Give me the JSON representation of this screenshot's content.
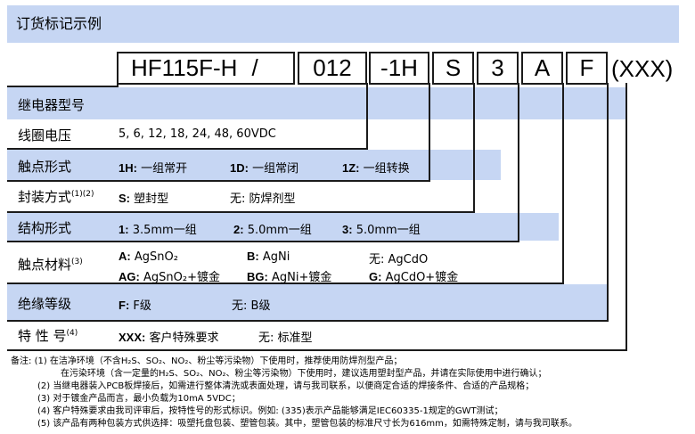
{
  "header": {
    "title": "订货标记示例"
  },
  "code": {
    "model": "HF115F-H",
    "slash": "/",
    "voltage": "012",
    "contact": "-1H",
    "seal": "S",
    "structure": "3",
    "material": "A",
    "insulation": "F",
    "special": "(XXX)"
  },
  "rows": {
    "model": {
      "label": "继电器型号"
    },
    "coil": {
      "label": "线圈电压",
      "value": "5, 6, 12, 18, 24, 48, 60VDC"
    },
    "contact_form": {
      "label": "触点形式",
      "options": [
        {
          "code": "1H:",
          "text": "一组常开"
        },
        {
          "code": "1D:",
          "text": "一组常闭"
        },
        {
          "code": "1Z:",
          "text": "一组转换"
        }
      ]
    },
    "seal": {
      "label": "封装方式",
      "sup": "(1)(2)",
      "options": [
        {
          "code": "S:",
          "text": "塑封型"
        },
        {
          "code": "无:",
          "text": "防焊剂型"
        }
      ]
    },
    "structure": {
      "label": "结构形式",
      "options": [
        {
          "code": "1:",
          "text": "3.5mm一组"
        },
        {
          "code": "2:",
          "text": "5.0mm一组"
        },
        {
          "code": "3:",
          "text": "5.0mm一组"
        }
      ]
    },
    "material": {
      "label": "触点材料",
      "sup": "(3)",
      "line1": [
        {
          "code": "A:",
          "text": "AgSnO₂"
        },
        {
          "code": "B:",
          "text": "AgNi"
        },
        {
          "code": "无:",
          "text": "AgCdO"
        }
      ],
      "line2": [
        {
          "code": "AG:",
          "text": "AgSnO₂+镀金"
        },
        {
          "code": "BG:",
          "text": "AgNi+镀金"
        },
        {
          "code": "G:",
          "text": "AgCdO+镀金"
        }
      ]
    },
    "insulation": {
      "label": "绝缘等级",
      "options": [
        {
          "code": "F:",
          "text": "F级"
        },
        {
          "code": "无:",
          "text": "B级"
        }
      ]
    },
    "special": {
      "label": "特 性 号",
      "sup": "(4)",
      "options": [
        {
          "code": "XXX:",
          "text": "客户特殊要求"
        },
        {
          "code": "无:",
          "text": "标准型"
        }
      ]
    }
  },
  "notes": {
    "prefix": "备注:",
    "n1a": "(1) 在洁净环境（不含H₂S、SO₂、NO₂、粉尘等污染物）下使用时，推荐使用防焊剂型产品；",
    "n1b": "在污染环境（含一定量的H₂S、SO₂、NO₂、粉尘等污染物）下使用时，建议选用塑封型产品，并请在实际使用中进行确认；",
    "n2": "(2) 当继电器装入PCB板焊接后，如需进行整体清洗或表面处理，请与我司联系，以便商定合适的焊接条件、合适的产品规格；",
    "n3": "(3) 对于镀金产品而言，最小负载为10mA 5VDC；",
    "n4": "(4) 客户特殊要求由我司评审后，按特性号的形式标识。例如: (335)表示产品能够满足IEC60335-1规定的GWT测试；",
    "n5": "(5) 该产品有两种包装方式供选择：吸塑托盘包装、塑管包装。其中，塑管包装的标准尺寸长为616mm，如需特殊定制，请与我司联系。"
  },
  "colors": {
    "band": "#c6d6f3",
    "line": "#1b1b1b"
  }
}
